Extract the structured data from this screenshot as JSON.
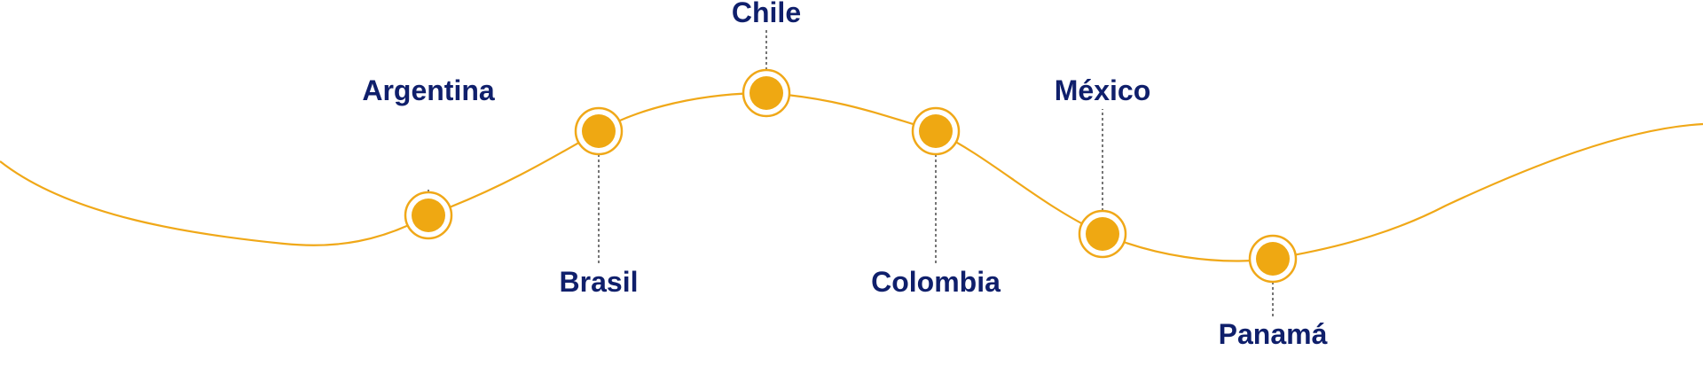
{
  "colors": {
    "curve": "#F0A818",
    "marker_fill": "#EFA812",
    "marker_ring": "#F0A818",
    "connector": "#555555",
    "label": "#0F1F6B",
    "background": "#FFFFFF"
  },
  "countries": [
    {
      "name": "Argentina",
      "label_side": "above"
    },
    {
      "name": "Brasil",
      "label_side": "below"
    },
    {
      "name": "Chile",
      "label_side": "above"
    },
    {
      "name": "Colombia",
      "label_side": "below"
    },
    {
      "name": "México",
      "label_side": "above"
    },
    {
      "name": "Panamá",
      "label_side": "below"
    }
  ]
}
